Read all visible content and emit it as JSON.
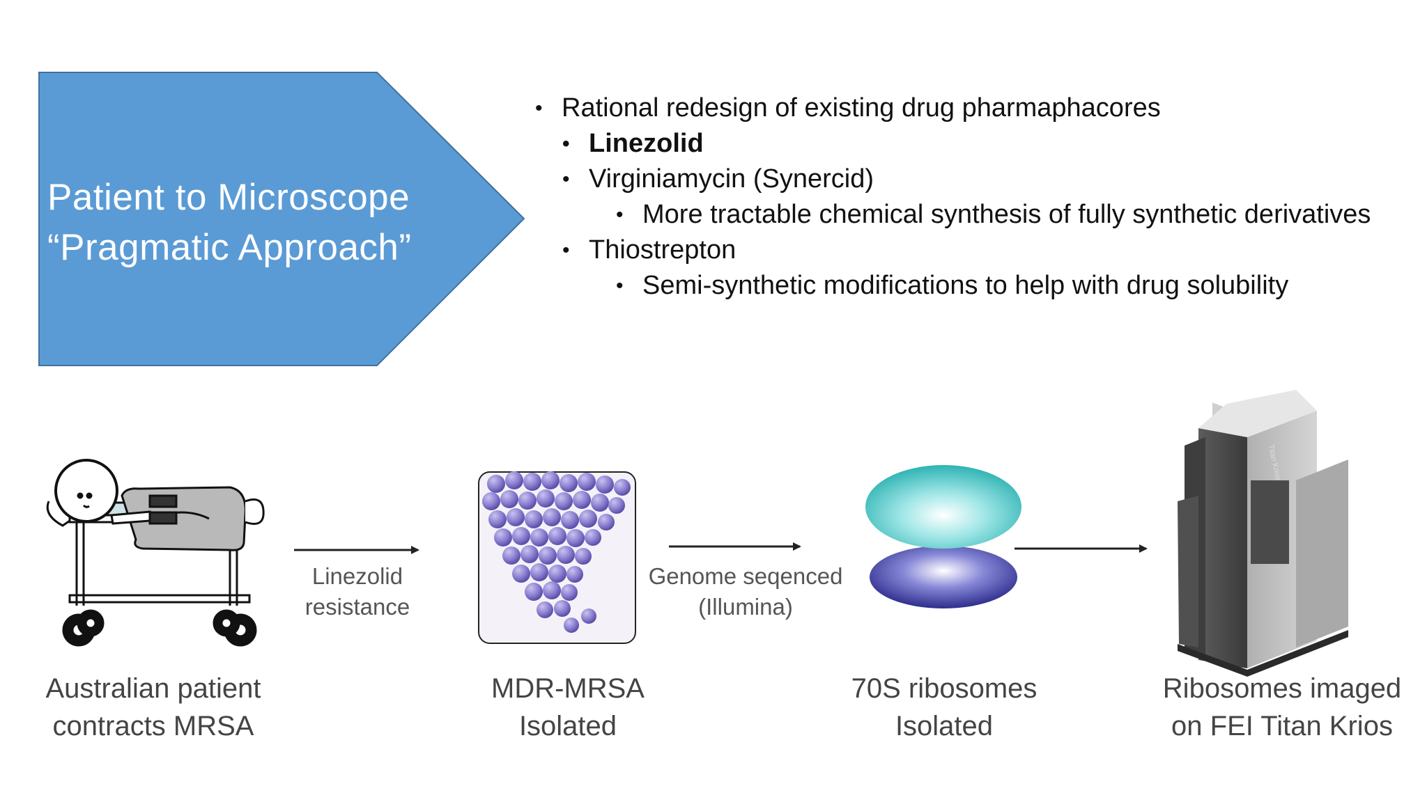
{
  "header": {
    "title_line1": "Patient to Microscope",
    "title_line2": "“Pragmatic Approach”",
    "box_color": "#5b9bd5"
  },
  "bullets": [
    {
      "level": 1,
      "text": "Rational redesign of existing drug pharmaphacores"
    },
    {
      "level": 2,
      "text": "Linezolid",
      "bold": true
    },
    {
      "level": 2,
      "text": "Virginiamycin (Synercid)"
    },
    {
      "level": 3,
      "text": "More tractable chemical synthesis of fully synthetic derivatives"
    },
    {
      "level": 2,
      "text": "Thiostrepton"
    },
    {
      "level": 3,
      "text": "Semi-synthetic modifications to help with drug solubility"
    }
  ],
  "workflow": {
    "steps": [
      {
        "icon": "patient-on-gurney-icon",
        "caption_line1": "Australian patient",
        "caption_line2": "contracts MRSA"
      },
      {
        "icon": "bacteria-cluster-image",
        "caption_line1": "MDR-MRSA",
        "caption_line2": "Isolated"
      },
      {
        "icon": "ribosome-icon",
        "caption_line1": "70S ribosomes",
        "caption_line2": "Isolated"
      },
      {
        "icon": "microscope-image",
        "caption_line1": "Ribosomes imaged",
        "caption_line2": "on FEI Titan Krios"
      }
    ],
    "arrows": [
      {
        "label_line1": "Linezolid",
        "label_line2": "resistance"
      },
      {
        "label_line1": "Genome seqenced",
        "label_line2": "(Illumina)"
      },
      {
        "label_line1": "",
        "label_line2": ""
      }
    ],
    "microscope_brand_text": "Titan Krios",
    "colors": {
      "bacteria": "#8a7fd0",
      "ribosome_large": "#3fbfbf",
      "ribosome_small": "#3a3a9a",
      "microscope": "#8c8c8c"
    }
  }
}
